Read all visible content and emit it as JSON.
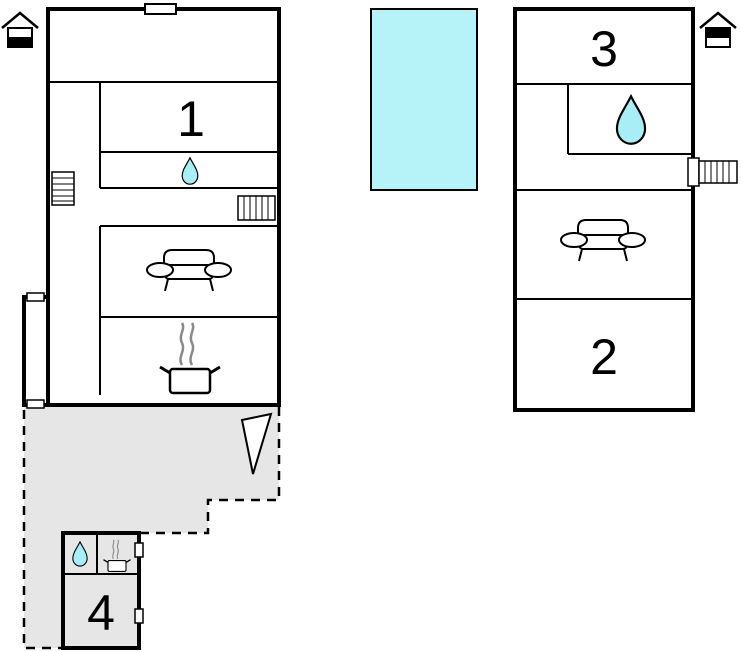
{
  "colors": {
    "wall": "#000000",
    "terrace": "#e6e6e6",
    "pool": "#b5f3f9",
    "water": "#a7eef6",
    "steam": "#8a8a8a",
    "background": "#ffffff"
  },
  "floor_indicators": [
    {
      "icon": "house-ground-floor-icon"
    },
    {
      "icon": "house-upper-floor-icon"
    }
  ],
  "rooms": {
    "bedroom_1": {
      "label": "1",
      "icon": "bed-number"
    },
    "bedroom_2": {
      "label": "2",
      "icon": "bed-number"
    },
    "bedroom_3": {
      "label": "3",
      "icon": "bed-number"
    },
    "bedroom_4": {
      "label": "4",
      "icon": "bed-number"
    },
    "bathroom_icon": "water-drop-icon",
    "living_icon": "sofa-icon",
    "kitchen_icon": "cooking-pot-icon",
    "pool_icon": "swimming-pool",
    "stairs_icon": "stairs-icon",
    "door_icon": "door-swing-icon"
  }
}
